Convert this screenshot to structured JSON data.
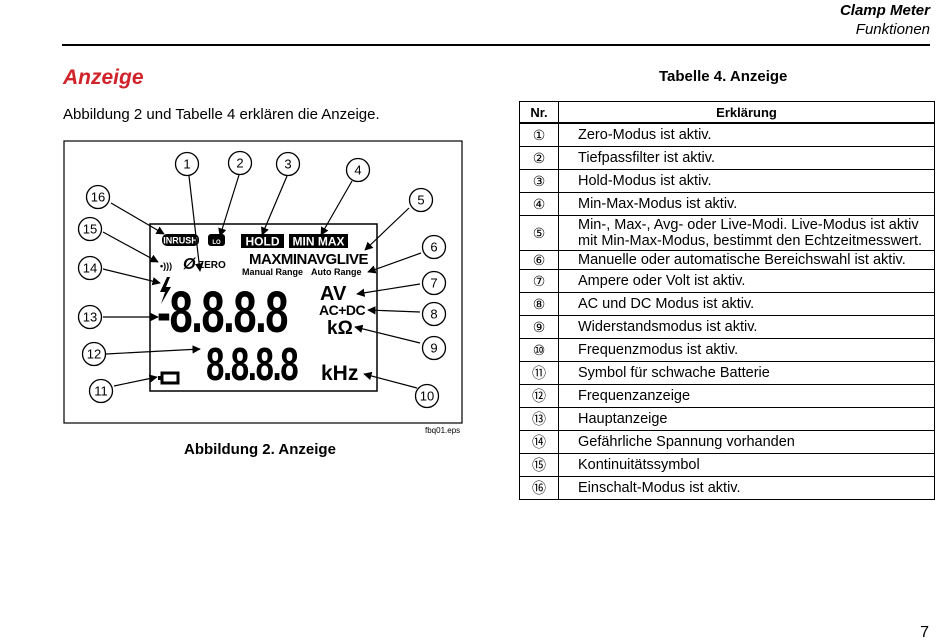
{
  "header": {
    "title": "Clamp Meter",
    "subtitle": "Funktionen"
  },
  "section_heading": "Anzeige",
  "intro_text": "Abbildung 2 und Tabelle 4 erklären die Anzeige.",
  "figure": {
    "caption": "Abbildung 2. Anzeige",
    "file_label": "fbq01.eps",
    "callouts": [
      "1",
      "2",
      "3",
      "4",
      "5",
      "6",
      "7",
      "8",
      "9",
      "10",
      "11",
      "12",
      "13",
      "14",
      "15",
      "16"
    ],
    "display": {
      "inrush": "INRUSH",
      "lo": "LO",
      "hold": "HOLD",
      "minmax": "MIN MAX",
      "maxminavglive": "MAXMINAVGLIVE",
      "manual_range": "Manual Range",
      "auto_range": "Auto Range",
      "zero": "ZERO",
      "continuity": "•)))",
      "main_digits": "-8.8.8.8",
      "sub_digits": "8.8.8.8",
      "av": "AV",
      "acdc": "AC+DC",
      "kohm": "kΩ",
      "khz": "kHz"
    }
  },
  "table": {
    "caption": "Tabelle 4. Anzeige",
    "col_nr": "Nr.",
    "col_desc": "Erklärung",
    "rows": [
      {
        "nr": "①",
        "text": "Zero-Modus ist aktiv."
      },
      {
        "nr": "②",
        "text": "Tiefpassfilter ist aktiv."
      },
      {
        "nr": "③",
        "text": "Hold-Modus ist aktiv."
      },
      {
        "nr": "④",
        "text": "Min-Max-Modus ist aktiv."
      },
      {
        "nr": "⑤",
        "text": "Min-, Max-, Avg- oder Live-Modi. Live-Modus ist aktiv mit Min-Max-Modus, bestimmt den Echtzeitmesswert."
      },
      {
        "nr": "⑥",
        "text": "Manuelle oder automatische Bereichswahl ist aktiv."
      },
      {
        "nr": "⑦",
        "text": "Ampere oder Volt ist aktiv."
      },
      {
        "nr": "⑧",
        "text": "AC und DC Modus ist aktiv."
      },
      {
        "nr": "⑨",
        "text": "Widerstandsmodus ist aktiv."
      },
      {
        "nr": "⑩",
        "text": "Frequenzmodus ist aktiv."
      },
      {
        "nr": "⑪",
        "text": "Symbol für schwache Batterie"
      },
      {
        "nr": "⑫",
        "text": "Frequenzanzeige"
      },
      {
        "nr": "⑬",
        "text": "Hauptanzeige"
      },
      {
        "nr": "⑭",
        "text": "Gefährliche Spannung vorhanden"
      },
      {
        "nr": "⑮",
        "text": "Kontinuitätssymbol"
      },
      {
        "nr": "⑯",
        "text": "Einschalt-Modus ist aktiv."
      }
    ]
  },
  "page_number": "7"
}
